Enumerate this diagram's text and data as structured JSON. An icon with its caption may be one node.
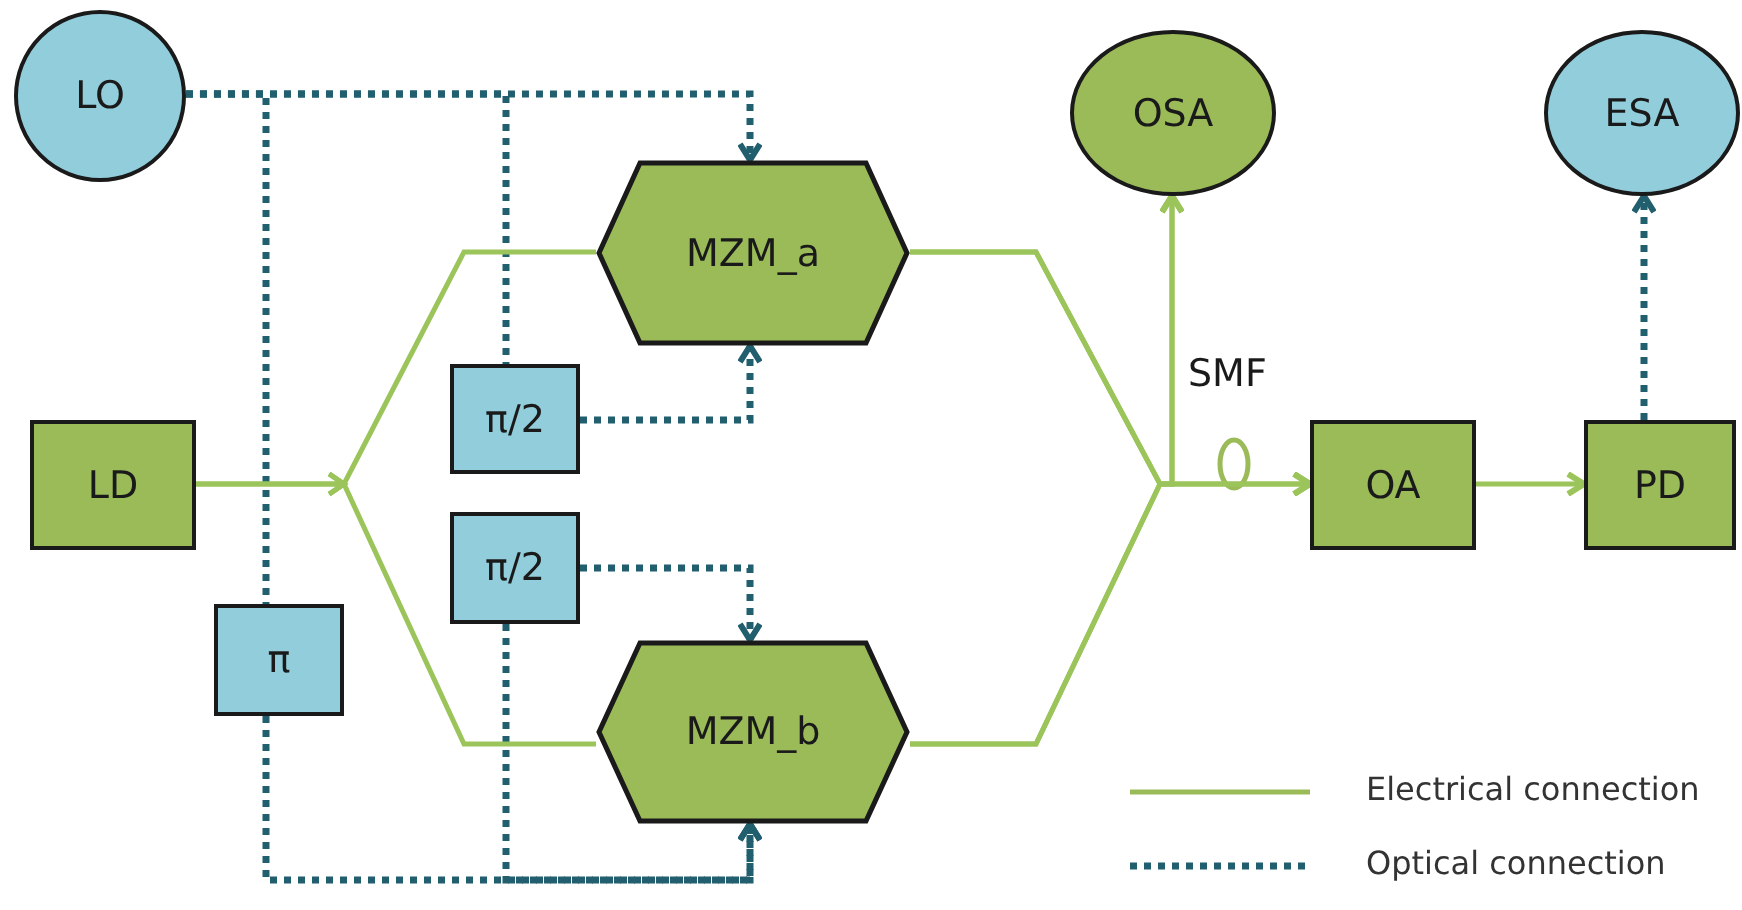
{
  "diagram": {
    "nodes": [
      {
        "text": [
          "LO"
        ]
      },
      {
        "text": [
          "LD"
        ]
      },
      {
        "text": [
          "π/2"
        ]
      },
      {
        "text": [
          "MZM_a"
        ]
      },
      {
        "text": [
          "π/2"
        ]
      },
      {
        "text": [
          "π"
        ]
      },
      {
        "text": [
          "MZM_b"
        ]
      },
      {
        "text": [
          "OSA"
        ]
      },
      {
        "text": [
          "ESA"
        ]
      },
      {
        "text": [
          "OA"
        ]
      },
      {
        "text": [
          "PD"
        ]
      }
    ],
    "edges": [
      {
        "from": 0,
        "to": 3,
        "arrow": "to",
        "style": "dashed"
      },
      {
        "from": 0,
        "to": 2,
        "arrow": "none",
        "style": "dashed"
      },
      {
        "from": 0,
        "to": 5,
        "arrow": "none",
        "style": "dashed"
      },
      {
        "from": 2,
        "to": 3,
        "arrow": "to",
        "style": "dashed"
      },
      {
        "from": 4,
        "to": 6,
        "arrow": "to",
        "style": "dashed"
      },
      {
        "from": 4,
        "to": 6,
        "arrow": "to",
        "style": "dashed"
      },
      {
        "from": 5,
        "to": 6,
        "arrow": "to",
        "style": "dashed"
      },
      {
        "from": 1,
        "to": 3,
        "arrow": "to",
        "color": "#9bc45a"
      },
      {
        "from": 1,
        "to": 6,
        "arrow": "to",
        "color": "#9bc45a"
      },
      {
        "from": 3,
        "to": 7,
        "arrow": "to",
        "color": "#9bc45a"
      },
      {
        "from": 3,
        "to": 9,
        "arrow": "to",
        "color": "#9bc45a"
      },
      {
        "from": 6,
        "to": 7,
        "arrow": "to",
        "color": "#9bc45a"
      },
      {
        "from": 6,
        "to": 9,
        "arrow": "to",
        "color": "#9bc45a"
      },
      {
        "from": 9,
        "to": 10,
        "arrow": "to",
        "color": "#9bc45a"
      },
      {
        "from": 10,
        "to": 8,
        "arrow": "to",
        "style": "dashed"
      }
    ],
    "labels": [
      "SMF"
    ],
    "legend": [
      {
        "text": "Electrical connection"
      },
      {
        "text": "Optical connection"
      }
    ]
  }
}
